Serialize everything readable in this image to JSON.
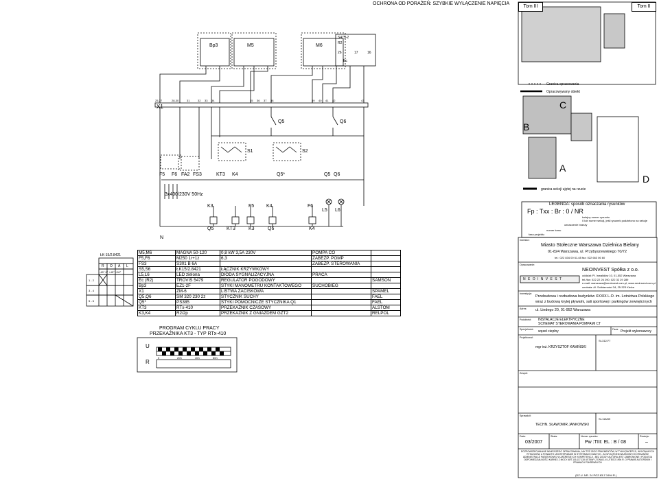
{
  "header": {
    "title": "OCHRONA OD PORAŻEŃ: SZYBKIE WYŁĄCZENIE NAPIĘCIA",
    "tom3": "Tom III",
    "tom2": "Tom II"
  },
  "schematic": {
    "module_bp3": "Bp3",
    "module_m5": "M5",
    "module_m6": "M6",
    "s475_1": "S475-2",
    "s475_2": "R2",
    "s475_3": "Ec",
    "pin_26": "26",
    "pin_17": "17",
    "pin_16": "16",
    "x1": "X1",
    "terminals": [
      "25-27",
      "28-30",
      "31",
      "32",
      "33",
      "34",
      "35",
      "36",
      "37",
      "38",
      "39",
      "40",
      "41",
      "42",
      "43"
    ],
    "q5": "Q5",
    "q6": "Q6",
    "q5s": "Q5*",
    "s1": "S1",
    "s2": "S2",
    "f5": "F5",
    "f6": "F6",
    "fa2": "FA2",
    "fs3": "FS3",
    "kt3": "KT3",
    "k3": "K3",
    "k4": "K4",
    "l5": "L5",
    "l6": "L6",
    "supply": "3x400/230V 50Hz",
    "n": "N"
  },
  "legend_area": {
    "opracowywany": "Opracowywany obiekt",
    "granica": "Granica opracowania",
    "granica_sekcji": "granica sekcji ujętej na rzucie",
    "c": "C",
    "b": "B",
    "a": "A",
    "d": "D"
  },
  "legenda": {
    "title": "LEGENDA: sposób oznaczania rysunków",
    "code": "Fp : Txx : Br : 0 / NR",
    "l1": "kolejny numer rysunku",
    "l2": "0 lub numer sekcji, jeśli rysunek podzielono na sekcje",
    "l3": "oznaczenie branży",
    "l4": "numer tomu",
    "l5": "faza projektu"
  },
  "roal": {
    "id": "ŁK-15/2.8421",
    "cols": [
      "R",
      "O",
      "A",
      "L"
    ],
    "angles": "-45° 0° +45° +90°",
    "rows": [
      "1 - 2",
      "3 - 4",
      "5 - 6"
    ]
  },
  "components": [
    [
      "M5,M6",
      "MAGNA 50-120",
      "0,8 kW  3,5A  230V",
      "POMPA CO",
      ""
    ],
    [
      "F5,F6",
      "M250 1r+1z",
      "6,3",
      "ZABEZP. POMP",
      ""
    ],
    [
      "FS3",
      "S301 B 6A",
      "",
      "ZABEZP. STEROWANIA",
      ""
    ],
    [
      "S5,S6",
      "ŁK15/2.8421",
      "ŁĄCZNIK KRZYWKOWY",
      "",
      ""
    ],
    [
      "L5,L6",
      "LED zielona",
      "DIODA SYGNALIZACYJNA",
      "PRACA",
      ""
    ],
    [
      "Ec (R2)",
      "TROVIS 5479",
      "REGULATOR POGODOWY",
      "",
      "SAMSON"
    ],
    [
      "Bp3",
      "EZ1-2F",
      "STYKI MANOMETRU KONTAKTOWEGO",
      "SUCHOBIEG",
      ""
    ],
    [
      "X1",
      "ZM-6",
      "LISTWA ZACISKOWA",
      "",
      "SPAMEL"
    ],
    [
      "Q5,Q6",
      "SM 320 230 2z",
      "STYCZNIK SUCHY",
      "",
      "FAEL"
    ],
    [
      "Q5*",
      "PS385",
      "STYKI POMOCNICZE STYCZNIKA Q1",
      "",
      "FAEL"
    ],
    [
      "KT3",
      "RTx-410",
      "PRZEKAŹNIK CZASOWY",
      "",
      "ALSTOM"
    ],
    [
      "K3,K4",
      "R2/2p",
      "PRZEKAŹNIK Z GNIAZDEM GZT2",
      "",
      "RELPOL"
    ]
  ],
  "program": {
    "title1": "PROGRAM CYKLU PRACY",
    "title2": "PRZEKAŹNIKA KT3 - TYP RTx-410",
    "u": "U",
    "r": "R",
    "ticks": [
      "0",
      "20h",
      "40h",
      "60h"
    ]
  },
  "titleblock": {
    "inwestor_label": "Inwestor:",
    "inwestor": "Miasto Stołeczne Warszawa Dzielnica Bielany",
    "inwestor_addr": "01-824 Warszawa, ul. Przybyszewskiego 70/72",
    "inwestor_tel": "tel.: 022 834 00 61-65 fax: 022 663 06 60",
    "opracowanie_label": "Opracowanie:",
    "firma": "NEOINVEST Spółka z o.o.",
    "logo": "N E O I N V E S T",
    "firma_addr1": "oddział: Pl. Inwalidów 10, 01-552 Warszawa",
    "firma_addr2": "tel./fax: 022 22 26 290, 022 32 29 289",
    "firma_addr3": "e-mail: warszawa@neoinvest.com.pl, www.neoinvest.com.pl",
    "firma_addr4": "centrala: Al. Solidarności 34, 25-323 Kielce",
    "inwestycja_label": "Inwestycja:",
    "inwestycja1": "Przebudowa i rozbudowa budynków XXXIX L.O. im. Lotnictwa Polskiego",
    "inwestycja2": "wraz z budową krytej pływalni, sali sportowej i parkingów zewnętrznych",
    "adres_label": "Adres:",
    "adres": "ul. Lindego 20, 01-952 Warszawa",
    "podobiekt_label": "Podobiekt:",
    "podobiekt1": "INSTALACJE ELEKTRYCZNE",
    "podobiekt2": "SCHEMAT STEROWANIA POMPAMI CT",
    "specjalnosc_label": "Specjalność:",
    "specjalnosc": "węzeł cieplny",
    "faza_label": "Faza:",
    "faza": "Projekt wykonawczy",
    "projektowal_label": "Projektował:",
    "projektowal": "mgr inż. KRZYSZTOF KAMIŃSKI",
    "projektowal_nr": "St-312/77",
    "sprawdzil_label": "Sprawdził:",
    "sprawdzil": "TECHN. SŁAWOMIR JANKOWSKI",
    "sprawdzil_nr": "St-115/89",
    "zespol_label": "Zespół:",
    "data_label": "Data:",
    "data": "03/2007",
    "skala_label": "Skala:",
    "nr_label": "Numer rysunku:",
    "nr": "Pw :TIII: EL : B / 08",
    "rewizja_label": "Rewizja:",
    "rewizja": "–",
    "footer": "ROZPOWSZECHNIANIE NINIEJSZEGO OPRACOWANIA, JAK TEŻ JEGO FRAGMENTÓW, W TYM KONCEPCJI, WYKONANYCH RYSUNKÓW, A PONADTO UDOSTĘPNIANIE W SYSTEMACH DANYCH - ZA WYJĄTKIEM WŁAŚCIWYCH ORGANÓW ADMINISTRACJI PAŃSTWOWEJ W ZAKRESIE ICH KOMPETENCJI - BEZ ZGODY AUTORA JEST ZABRONIONE I PODLEGA ODPOWIEDZIALNOŚCI KARNEJ Z MOCY ART.116,117,118 USTAWY Z DNIA 14 LUTEGO 1994 R. O PRAWIE AUTORSKIM I PRAWACH POKREWNYCH",
    "footer2": "(DZ.U. NR. 24 POZ.83 Z 1994 R.)"
  }
}
